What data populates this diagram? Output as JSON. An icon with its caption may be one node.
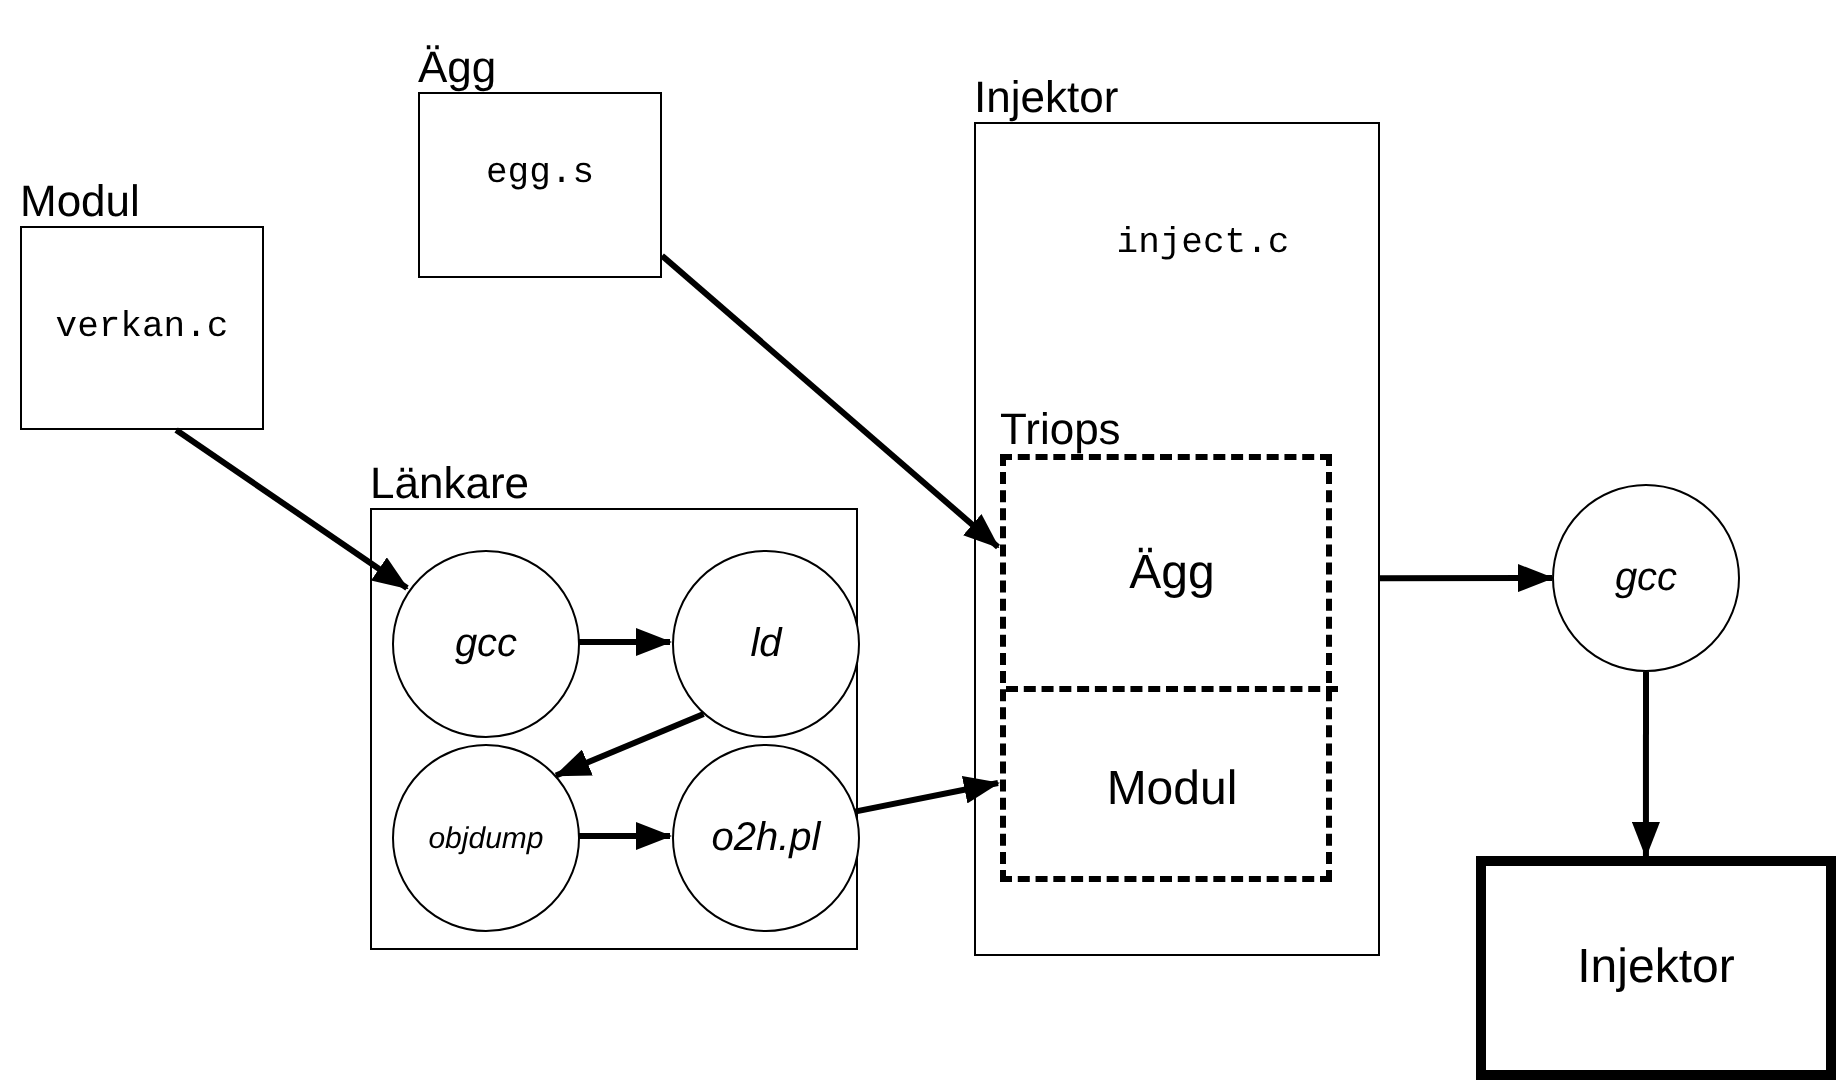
{
  "diagram": {
    "nodes": [
      {
        "text": [
          "Modul",
          "verkan.c"
        ]
      },
      {
        "text": [
          "Ägg",
          "egg.s"
        ]
      },
      {
        "text": [
          "Injektor",
          "inject.c"
        ]
      },
      {
        "text": [
          "Triops"
        ],
        "in": 2
      },
      {
        "text": [
          "Ägg"
        ],
        "in": 3
      },
      {
        "text": [
          "Modul"
        ],
        "in": 3
      },
      {
        "text": [
          "Länkare"
        ]
      },
      {
        "text": [
          "gcc"
        ],
        "in": 6
      },
      {
        "text": [
          "ld"
        ],
        "in": 6
      },
      {
        "text": [
          "objdump"
        ],
        "in": 6
      },
      {
        "text": [
          "o2h.pl"
        ],
        "in": 6
      },
      {
        "text": [
          "gcc"
        ]
      },
      {
        "text": [
          "Injektor"
        ]
      }
    ],
    "edges": [
      {
        "from": 0,
        "to": 7,
        "arrow": "to"
      },
      {
        "from": 1,
        "to": 4,
        "arrow": "to"
      },
      {
        "from": 7,
        "to": 8,
        "arrow": "to"
      },
      {
        "from": 8,
        "to": 9,
        "arrow": "to"
      },
      {
        "from": 9,
        "to": 10,
        "arrow": "to"
      },
      {
        "from": 10,
        "to": 5,
        "arrow": "to"
      },
      {
        "from": 2,
        "to": 11,
        "arrow": "to"
      },
      {
        "from": 11,
        "to": 12,
        "arrow": "to"
      }
    ]
  }
}
